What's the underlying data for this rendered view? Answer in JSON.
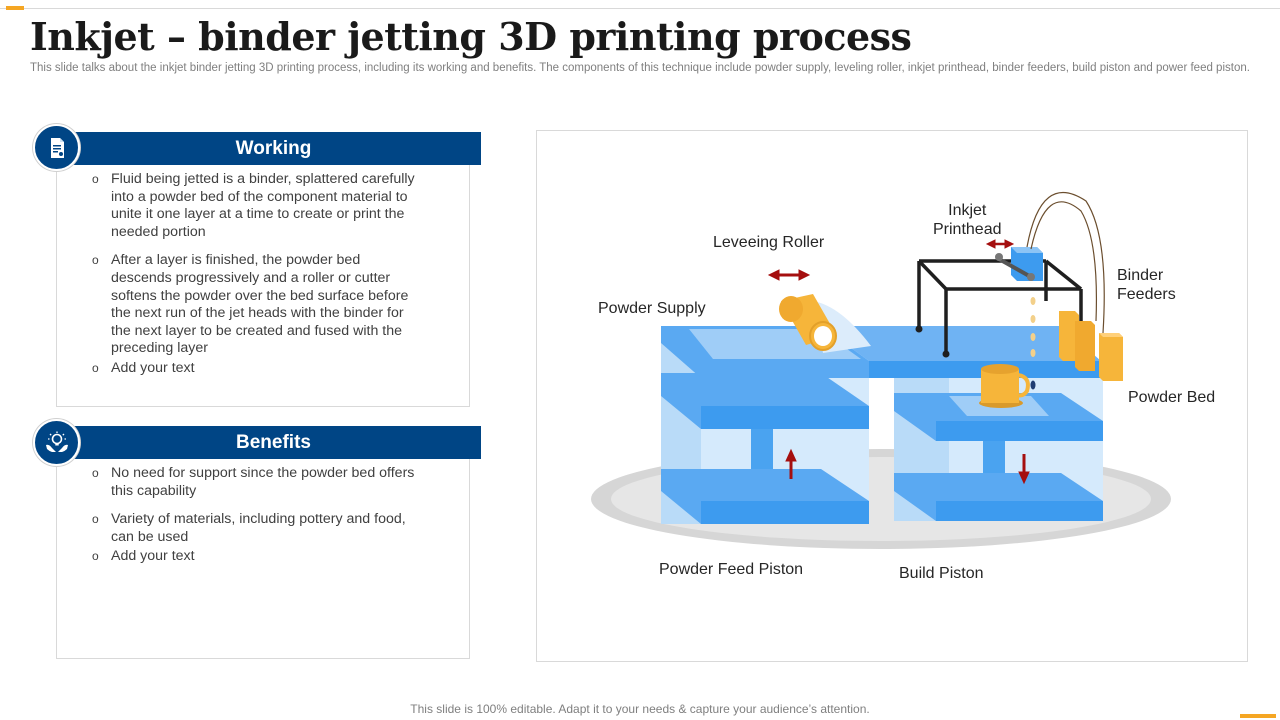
{
  "title": "Inkjet – binder jetting 3D printing process",
  "subtitle": "This slide talks about the inkjet binder jetting 3D printing process, including its working and benefits. The components of this technique include powder supply, leveling roller, inkjet printhead, binder feeders, build piston and power feed piston.",
  "working": {
    "heading": "Working",
    "icon": "document-icon",
    "bullets": [
      "Fluid being jetted is a binder, splattered carefully into a powder bed of the component material to unite it one layer at a time to create or print the needed portion",
      "After a layer is finished, the powder bed descends progressively and a roller or cutter softens the powder over the bed surface before the next run of the jet heads with the binder for the next layer to be created and fused with the preceding layer",
      "Add your text"
    ]
  },
  "benefits": {
    "heading": "Benefits",
    "icon": "hands-lightbulb-icon",
    "bullets": [
      "No need for support since the powder bed offers this capability",
      "Variety of materials, including pottery and food, can be used",
      "Add your text"
    ]
  },
  "diagram": {
    "labels": {
      "inkjet_printhead_line1": "Inkjet",
      "inkjet_printhead_line2": "Printhead",
      "leveling_roller": "Leveeing Roller",
      "binder_feeders_line1": "Binder",
      "binder_feeders_line2": "Feeders",
      "powder_supply": "Powder Supply",
      "powder_bed": "Powder Bed",
      "powder_feed_piston": "Powder Feed Piston",
      "build_piston": "Build Piston"
    },
    "colors": {
      "blue_light": "#cfe6fb",
      "blue_mid": "#8cc4f5",
      "blue_dark": "#3d9bef",
      "arrow_red": "#a50f0f",
      "orange": "#f6b53a",
      "frame": "#1f1f1f"
    }
  },
  "footer": "This slide is 100% editable. Adapt it to your needs & capture your audience’s attention.",
  "colors": {
    "accent": "#f5a623",
    "band": "#004585"
  }
}
